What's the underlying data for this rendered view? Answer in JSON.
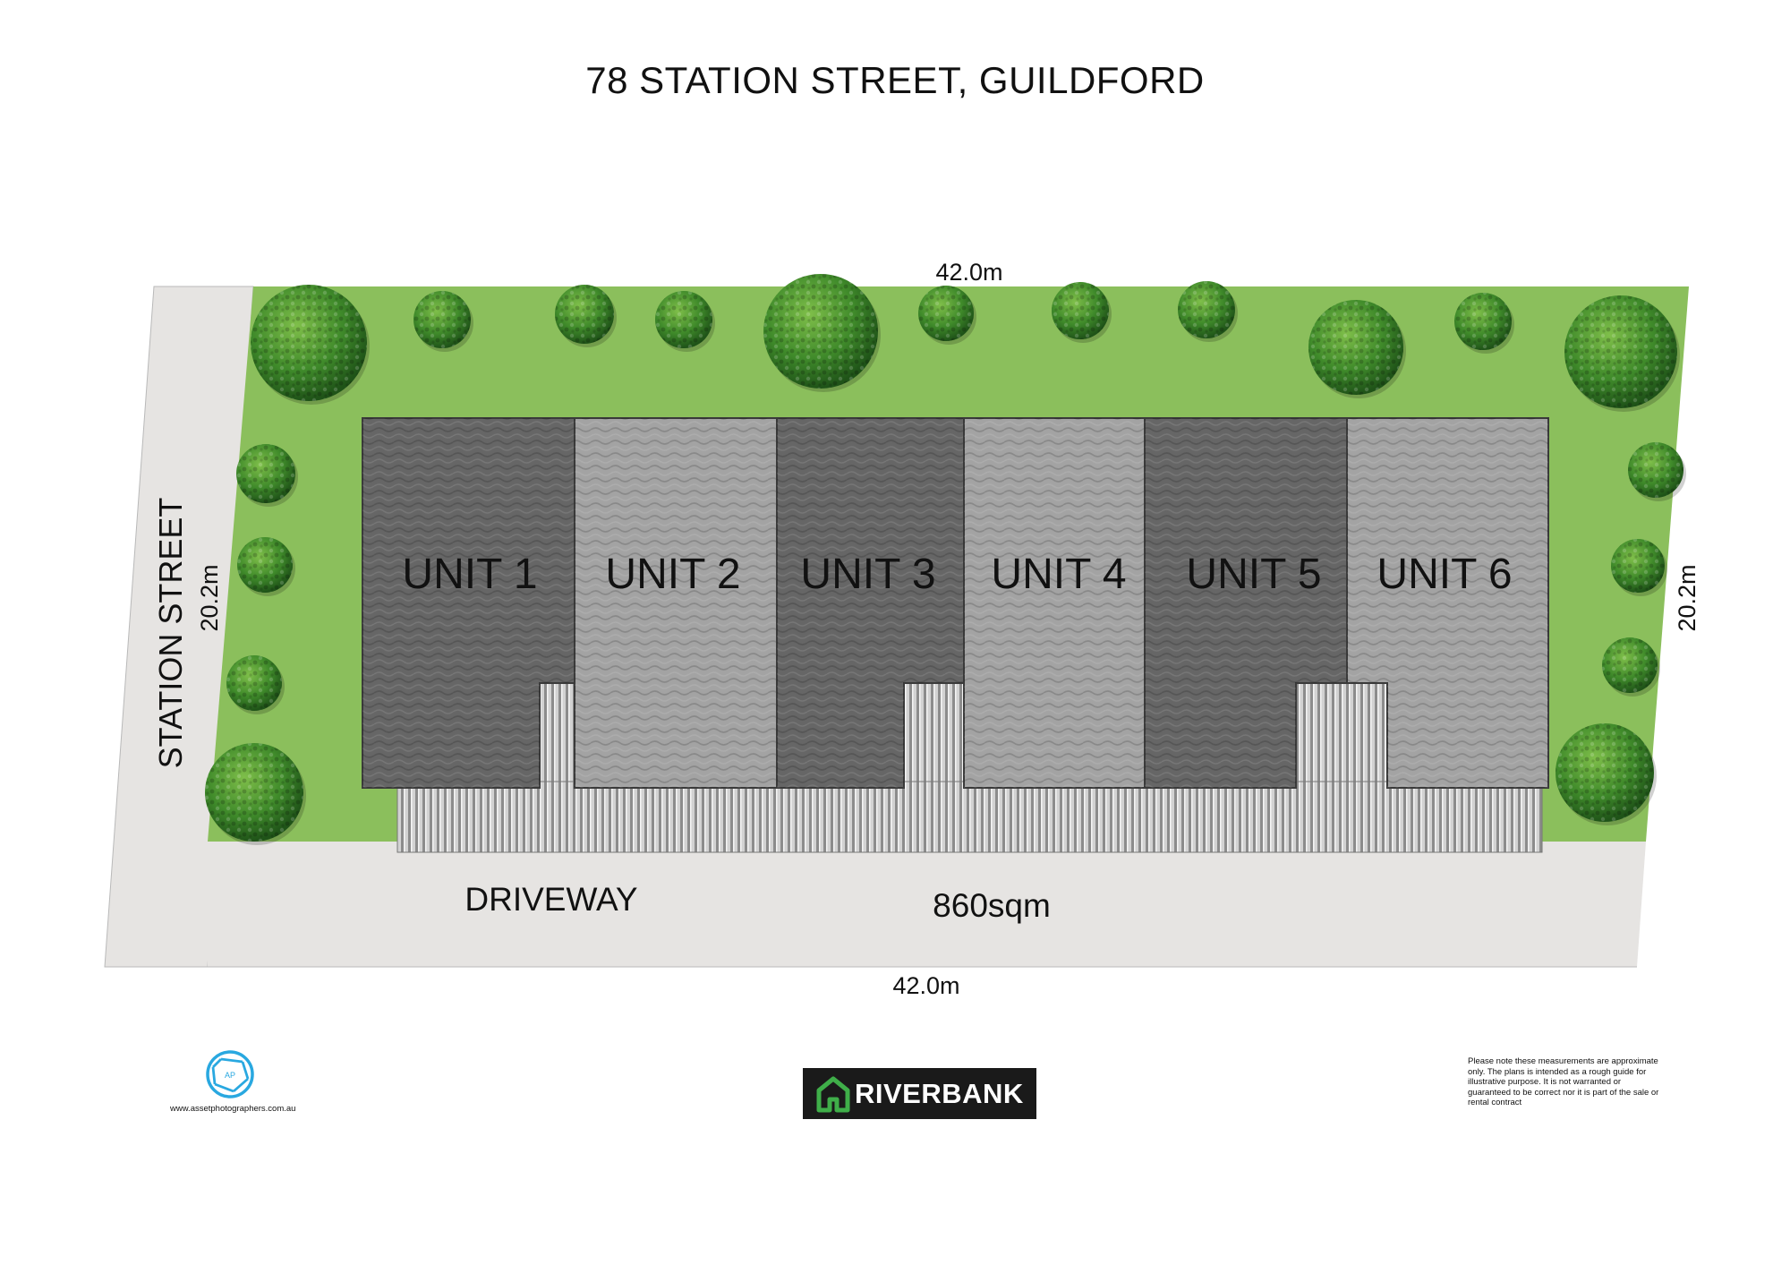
{
  "title": "78 STATION STREET, GUILDFORD",
  "dimensions": {
    "top": "42.0m",
    "bottom": "42.0m",
    "left": "20.2m",
    "right": "20.2m"
  },
  "street_label": "STATION STREET",
  "driveway_label": "DRIVEWAY",
  "area_label": "860sqm",
  "units": [
    {
      "label": "UNIT 1"
    },
    {
      "label": "UNIT 2"
    },
    {
      "label": "UNIT 3"
    },
    {
      "label": "UNIT 4"
    },
    {
      "label": "UNIT 5"
    },
    {
      "label": "UNIT 6"
    }
  ],
  "footer": {
    "photographer_url": "www.assetphotographers.com.au",
    "brand_name": "RIVERBANK",
    "disclaimer": "Please note these measurements are approximate only. The plans is intended as a rough guide for illustrative purpose. It is not warranted or guaranteed to be correct nor it is part of the sale or rental contract"
  },
  "colors": {
    "lawn": "#8bbf5c",
    "roof_dark": "#666666",
    "roof_light": "#a3a3a3",
    "driveway": "#e6e4e2",
    "brand_accent": "#3fae49"
  }
}
